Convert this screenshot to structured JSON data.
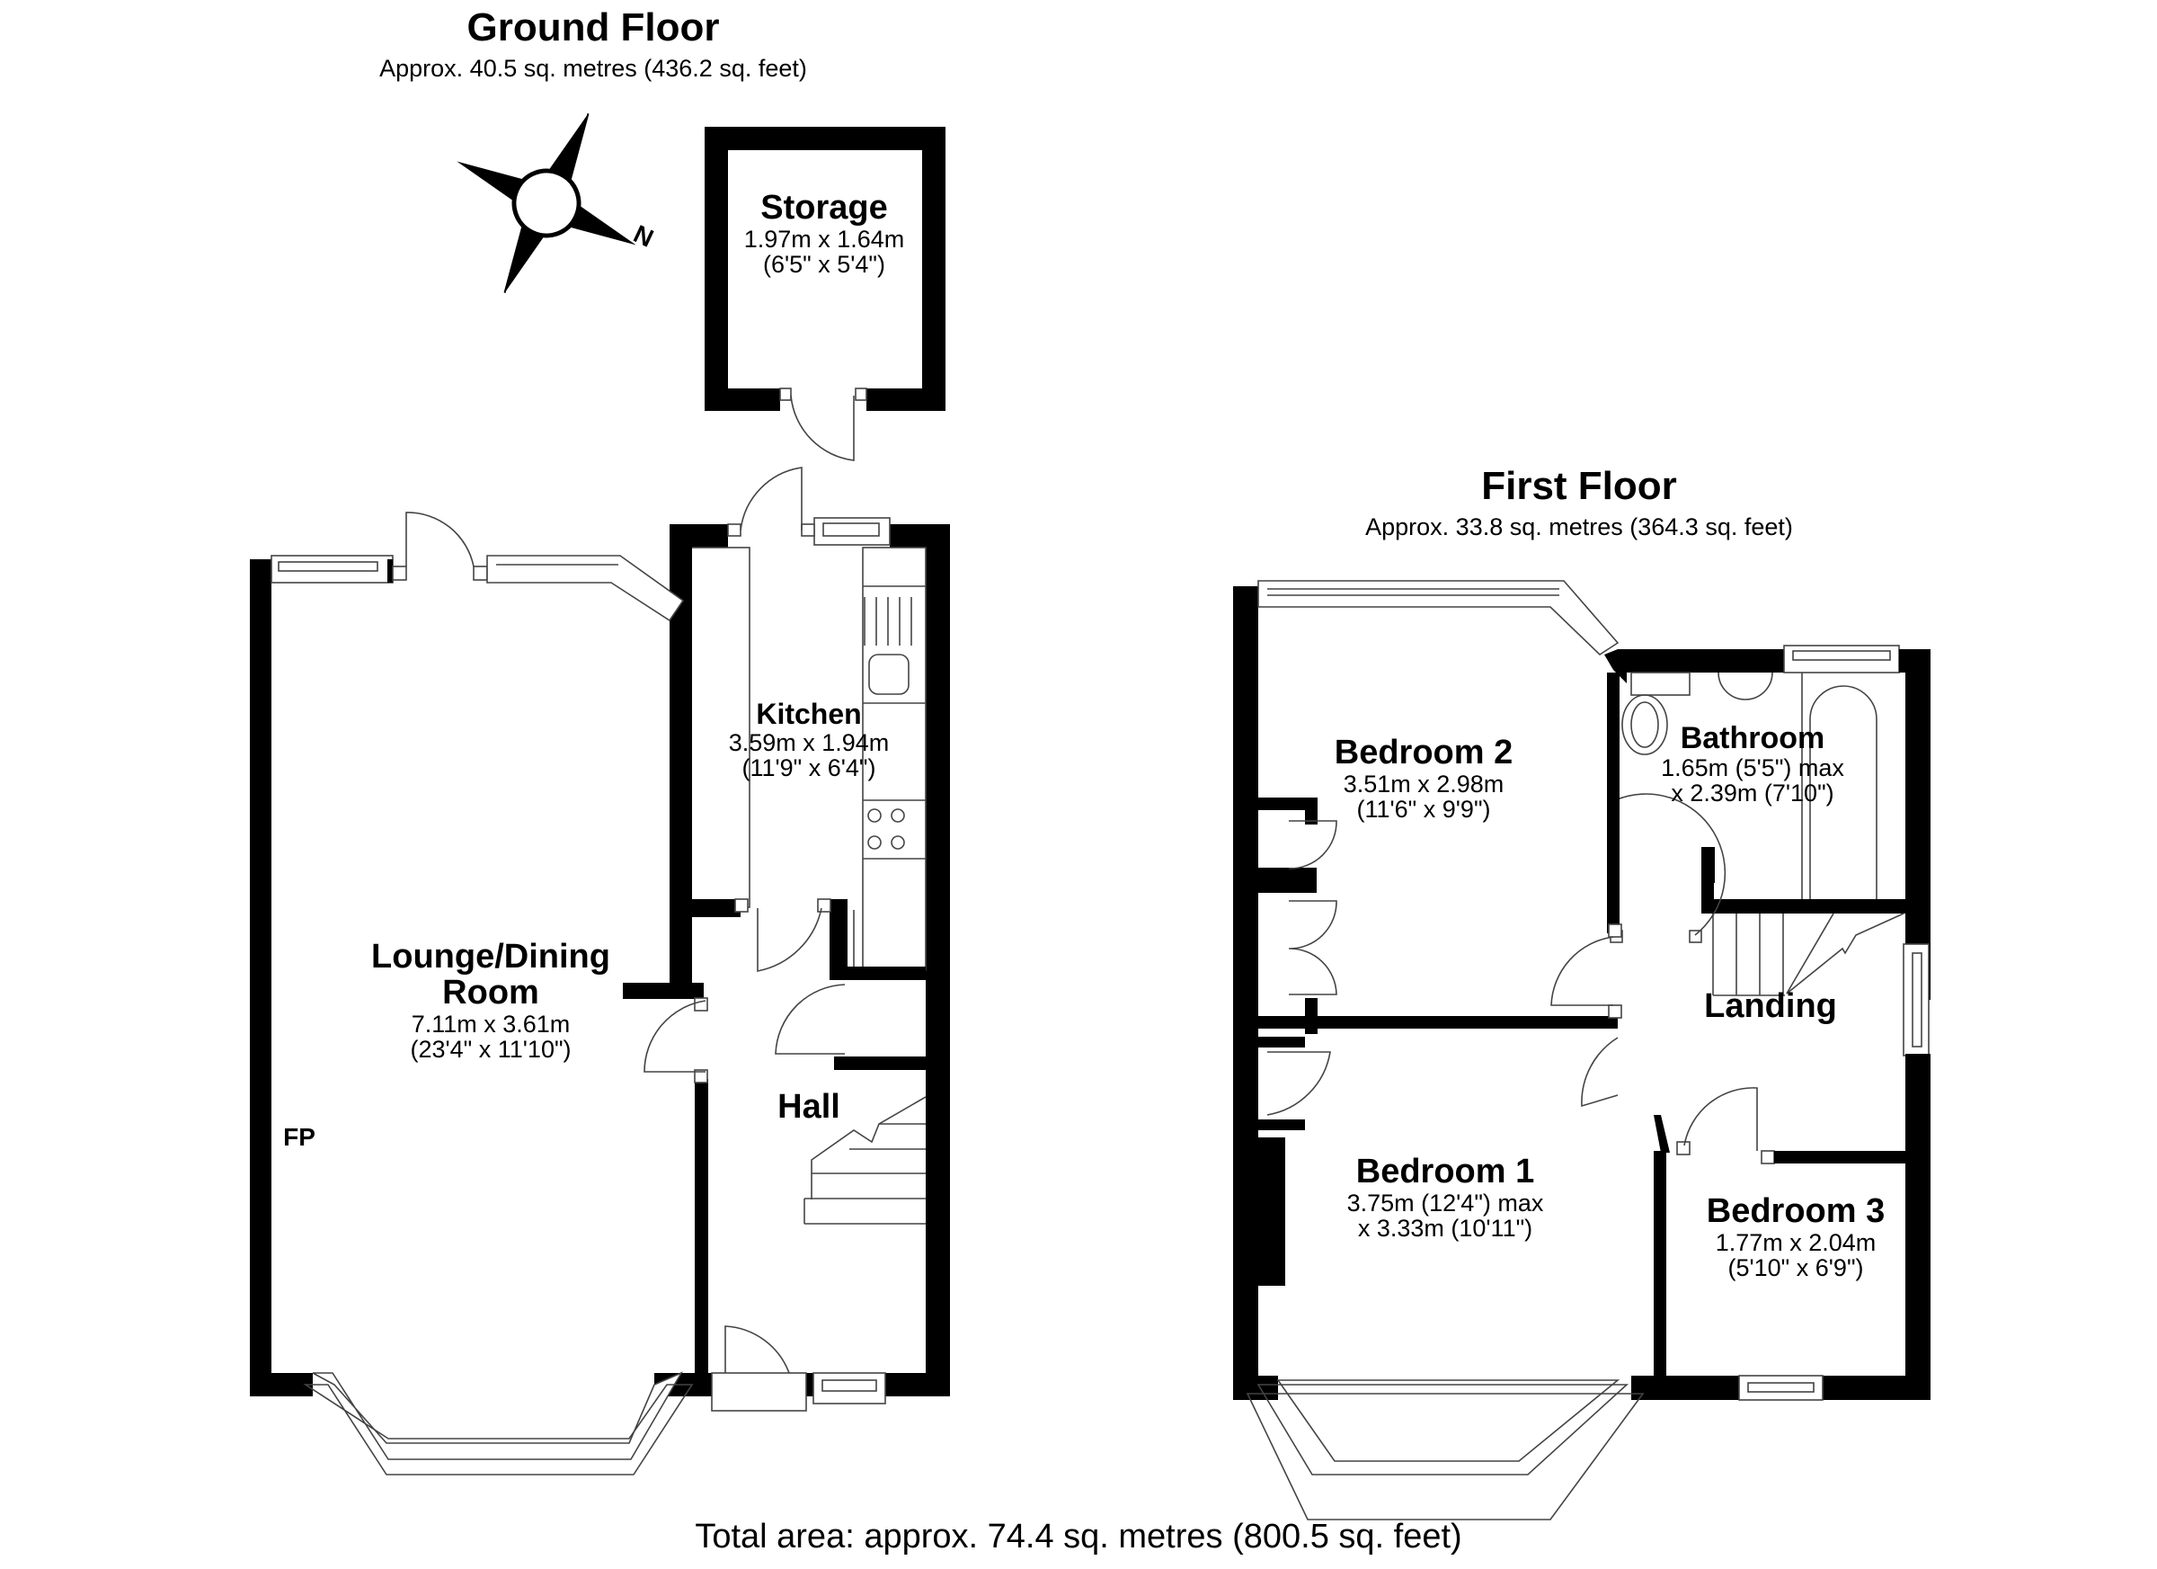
{
  "ground_floor": {
    "title": "Ground Floor",
    "area": "Approx. 40.5 sq. metres (436.2 sq. feet)",
    "rooms": [
      {
        "name": "Storage",
        "dim_metric": "1.97m x 1.64m",
        "dim_imperial": "(6'5\" x 5'4\")"
      },
      {
        "name": "Kitchen",
        "dim_metric": "3.59m x 1.94m",
        "dim_imperial": "(11'9\" x 6'4\")"
      },
      {
        "name": "Lounge/Dining",
        "name2": "Room",
        "dim_metric": "7.11m x 3.61m",
        "dim_imperial": "(23'4\" x 11'10\")"
      },
      {
        "name": "Hall"
      }
    ],
    "fireplace_label": "FP",
    "compass": {
      "icon": "compass-icon",
      "north_label": "N"
    }
  },
  "first_floor": {
    "title": "First Floor",
    "area": "Approx. 33.8 sq. metres (364.3 sq. feet)",
    "rooms": [
      {
        "name": "Bedroom 2",
        "dim_metric": "3.51m x 2.98m",
        "dim_imperial": "(11'6\" x 9'9\")"
      },
      {
        "name": "Bathroom",
        "dim_metric": "1.65m (5'5\") max",
        "dim_imperial": "x 2.39m (7'10\")"
      },
      {
        "name": "Landing"
      },
      {
        "name": "Bedroom 1",
        "dim_metric": "3.75m (12'4\") max",
        "dim_imperial": "x 3.33m (10'11\")"
      },
      {
        "name": "Bedroom 3",
        "dim_metric": "1.77m x 2.04m",
        "dim_imperial": "(5'10\" x 6'9\")"
      }
    ]
  },
  "footer": {
    "total_area": "Total area: approx. 74.4 sq. metres (800.5 sq. feet)"
  }
}
